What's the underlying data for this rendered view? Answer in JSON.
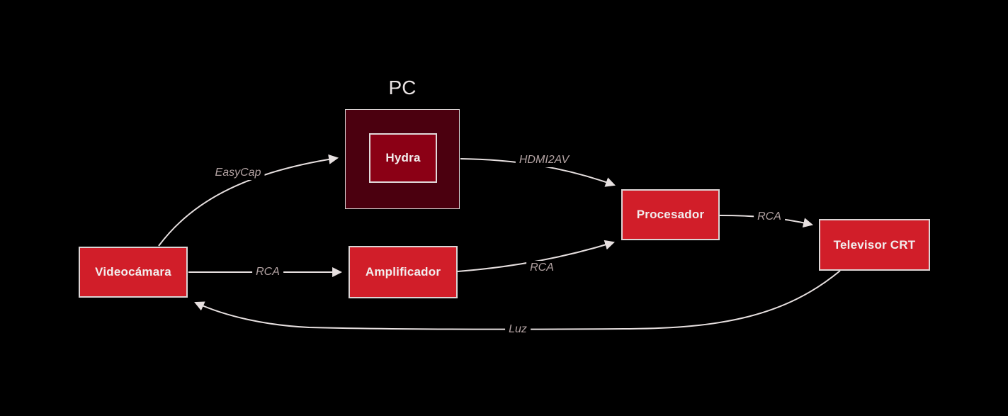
{
  "diagram": {
    "type": "flowchart",
    "cluster": {
      "label": "PC",
      "contains": "Hydra"
    },
    "nodes": [
      {
        "id": "videocamara",
        "label": "Videocámara"
      },
      {
        "id": "hydra",
        "label": "Hydra"
      },
      {
        "id": "amplificador",
        "label": "Amplificador"
      },
      {
        "id": "procesador",
        "label": "Procesador"
      },
      {
        "id": "televisor-crt",
        "label": "Televisor CRT"
      }
    ],
    "edges": [
      {
        "from": "Videocámara",
        "to": "Hydra",
        "label": "EasyCap"
      },
      {
        "from": "Hydra",
        "to": "Procesador",
        "label": "HDMI2AV"
      },
      {
        "from": "Videocámara",
        "to": "Amplificador",
        "label": "RCA"
      },
      {
        "from": "Amplificador",
        "to": "Procesador",
        "label": "RCA"
      },
      {
        "from": "Procesador",
        "to": "Televisor CRT",
        "label": "RCA"
      },
      {
        "from": "Televisor CRT",
        "to": "Videocámara",
        "label": "Luz"
      }
    ],
    "colors": {
      "background": "#000000",
      "node_fill": "#d11e29",
      "node_border": "#dcd5d5",
      "hydra_fill": "#8b0015",
      "cluster_fill": "#4b000f",
      "node_text": "#f2eeee",
      "edge_stroke": "#e7e0e0",
      "edge_label_text": "#b2a2a2",
      "cluster_title_text": "#e9e3e3"
    }
  }
}
